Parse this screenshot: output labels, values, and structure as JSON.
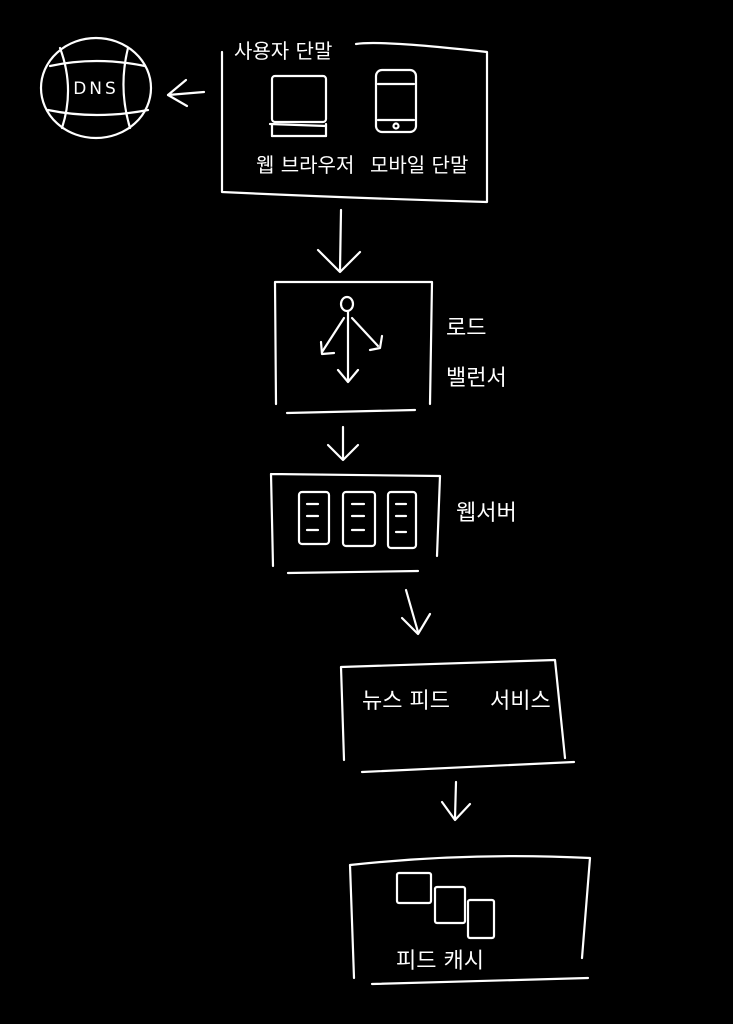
{
  "diagram": {
    "dns": {
      "label": "DNS"
    },
    "user_devices": {
      "title": "사용자 단말",
      "web_browser_label": "웹 브라우저",
      "mobile_label": "모바일 단말"
    },
    "load_balancer": {
      "label_line1": "로드",
      "label_line2": "밸런서"
    },
    "web_servers": {
      "label": "웹서버"
    },
    "news_feed_service": {
      "label_left": "뉴스 피드",
      "label_right": "서비스"
    },
    "feed_cache": {
      "label": "피드 캐시"
    }
  }
}
